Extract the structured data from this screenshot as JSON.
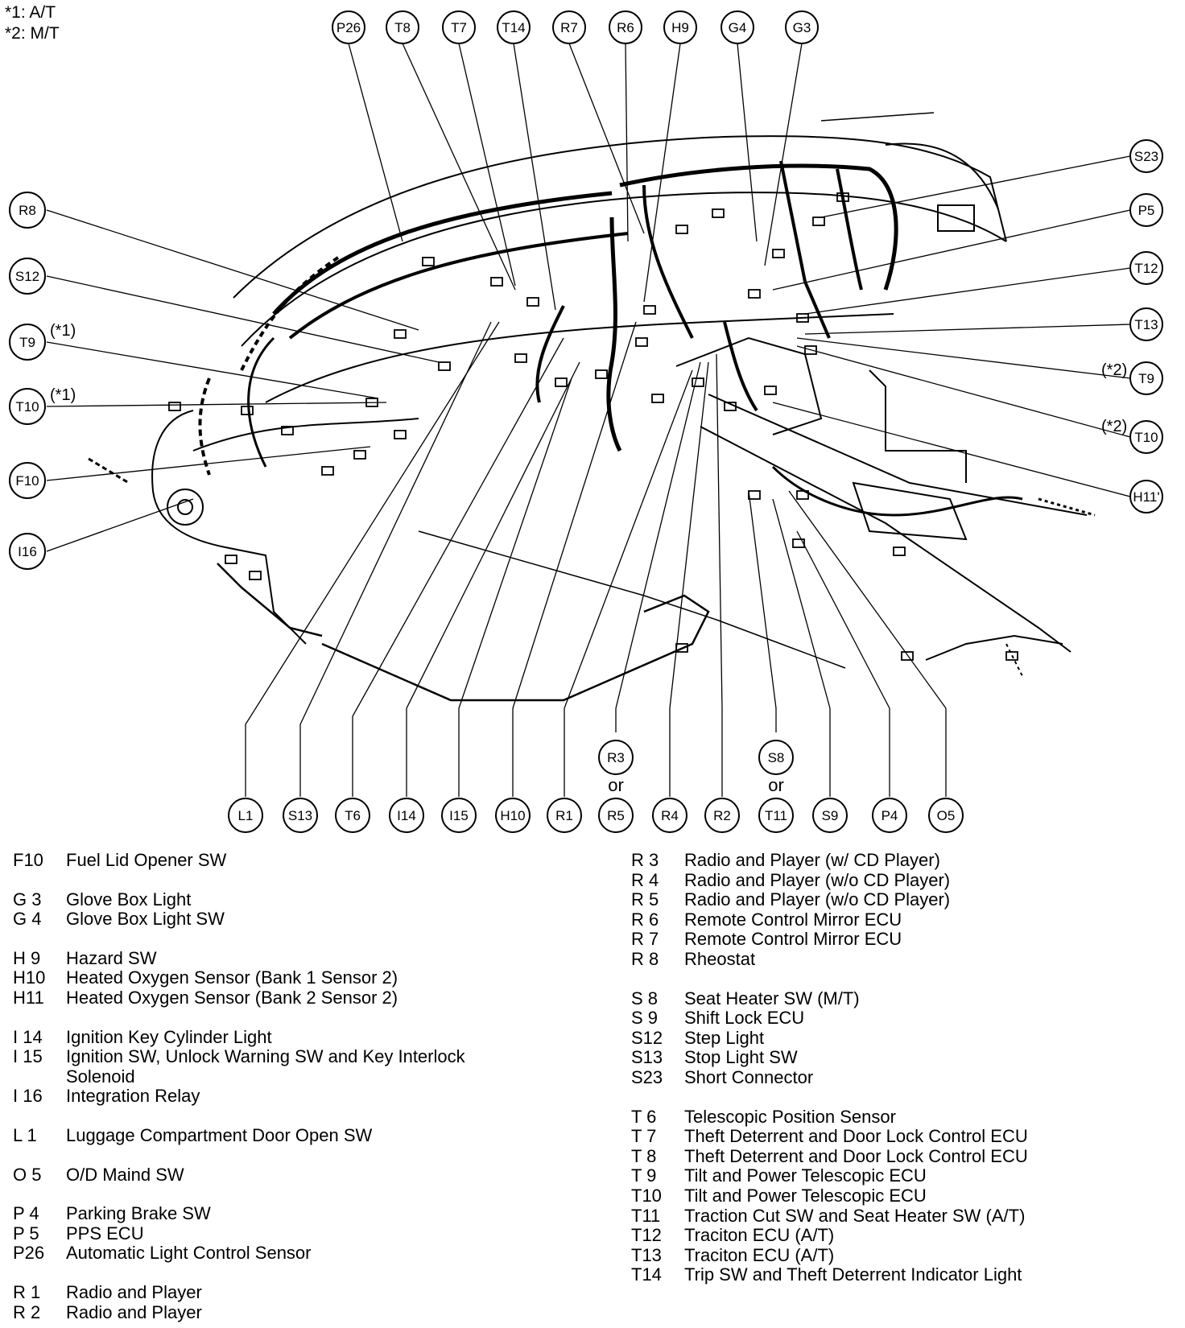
{
  "notes": [
    "*1: A/T",
    "*2: M/T"
  ],
  "callouts": {
    "P26": "P26",
    "T8": "T8",
    "T7": "T7",
    "T14": "T14",
    "R7": "R7",
    "R6": "R6",
    "H9": "H9",
    "G4": "G4",
    "G3": "G3",
    "S23": "S23",
    "P5": "P5",
    "T12": "T12",
    "T13": "T13",
    "T9R": "T9",
    "T10R": "T10",
    "H11": "H11'",
    "R8": "R8",
    "S12": "S12",
    "T9L": "T9",
    "T10L": "T10",
    "F10": "F10",
    "I16": "I16",
    "L1": "L1",
    "S13": "S13",
    "T6": "T6",
    "I14": "I14",
    "I15": "I15",
    "H10": "H10",
    "R1": "R1",
    "R5": "R5",
    "R4": "R4",
    "R2": "R2",
    "T11": "T11",
    "S9": "S9",
    "P4": "P4",
    "O5": "O5",
    "R3": "R3",
    "S8": "S8"
  },
  "qualifiers": {
    "star1": "(*1)",
    "star2": "(*2)",
    "or": "or"
  },
  "legend_left": [
    {
      "code": "F10",
      "desc": "Fuel Lid Opener SW"
    },
    {
      "gap": true
    },
    {
      "code": "G 3",
      "desc": "Glove Box Light"
    },
    {
      "code": "G 4",
      "desc": "Glove Box Light SW"
    },
    {
      "gap": true
    },
    {
      "code": "H 9",
      "desc": "Hazard SW"
    },
    {
      "code": "H10",
      "desc": "Heated Oxygen Sensor (Bank 1 Sensor 2)"
    },
    {
      "code": "H11",
      "desc": "Heated Oxygen Sensor (Bank 2 Sensor 2)"
    },
    {
      "gap": true
    },
    {
      "code": "I 14",
      "desc": "Ignition Key Cylinder Light"
    },
    {
      "code": "I 15",
      "desc": "Ignition SW, Unlock Warning SW and Key Interlock"
    },
    {
      "code": "",
      "desc": "Solenoid"
    },
    {
      "code": "I 16",
      "desc": "Integration Relay"
    },
    {
      "gap": true
    },
    {
      "code": "L 1",
      "desc": "Luggage Compartment Door Open SW"
    },
    {
      "gap": true
    },
    {
      "code": "O 5",
      "desc": "O/D Maind SW"
    },
    {
      "gap": true
    },
    {
      "code": "P 4",
      "desc": "Parking Brake SW"
    },
    {
      "code": "P 5",
      "desc": "PPS ECU"
    },
    {
      "code": "P26",
      "desc": "Automatic Light Control Sensor"
    },
    {
      "gap": true
    },
    {
      "code": "R 1",
      "desc": "Radio and Player"
    },
    {
      "code": "R 2",
      "desc": "Radio and Player"
    }
  ],
  "legend_right": [
    {
      "code": "R 3",
      "desc": "Radio and Player (w/ CD Player)"
    },
    {
      "code": "R 4",
      "desc": "Radio and Player (w/o CD Player)"
    },
    {
      "code": "R 5",
      "desc": "Radio and Player (w/o CD Player)"
    },
    {
      "code": "R 6",
      "desc": "Remote Control Mirror ECU"
    },
    {
      "code": "R 7",
      "desc": "Remote Control Mirror ECU"
    },
    {
      "code": "R 8",
      "desc": "Rheostat"
    },
    {
      "gap": true
    },
    {
      "code": "S 8",
      "desc": "Seat Heater SW (M/T)"
    },
    {
      "code": "S 9",
      "desc": "Shift Lock ECU"
    },
    {
      "code": "S12",
      "desc": "Step Light"
    },
    {
      "code": "S13",
      "desc": "Stop Light SW"
    },
    {
      "code": "S23",
      "desc": "Short Connector"
    },
    {
      "gap": true
    },
    {
      "code": "T 6",
      "desc": "Telescopic Position Sensor"
    },
    {
      "code": "T 7",
      "desc": "Theft Deterrent and Door Lock Control ECU"
    },
    {
      "code": "T 8",
      "desc": "Theft Deterrent and Door Lock Control ECU"
    },
    {
      "code": "T 9",
      "desc": "Tilt and Power Telescopic ECU"
    },
    {
      "code": "T10",
      "desc": "Tilt and Power Telescopic ECU"
    },
    {
      "code": "T11",
      "desc": "Traction Cut SW and Seat Heater SW (A/T)"
    },
    {
      "code": "T12",
      "desc": "Traciton ECU (A/T)"
    },
    {
      "code": "T13",
      "desc": "Traciton ECU (A/T)"
    },
    {
      "code": "T14",
      "desc": "Trip SW and Theft Deterrent Indicator Light"
    }
  ]
}
